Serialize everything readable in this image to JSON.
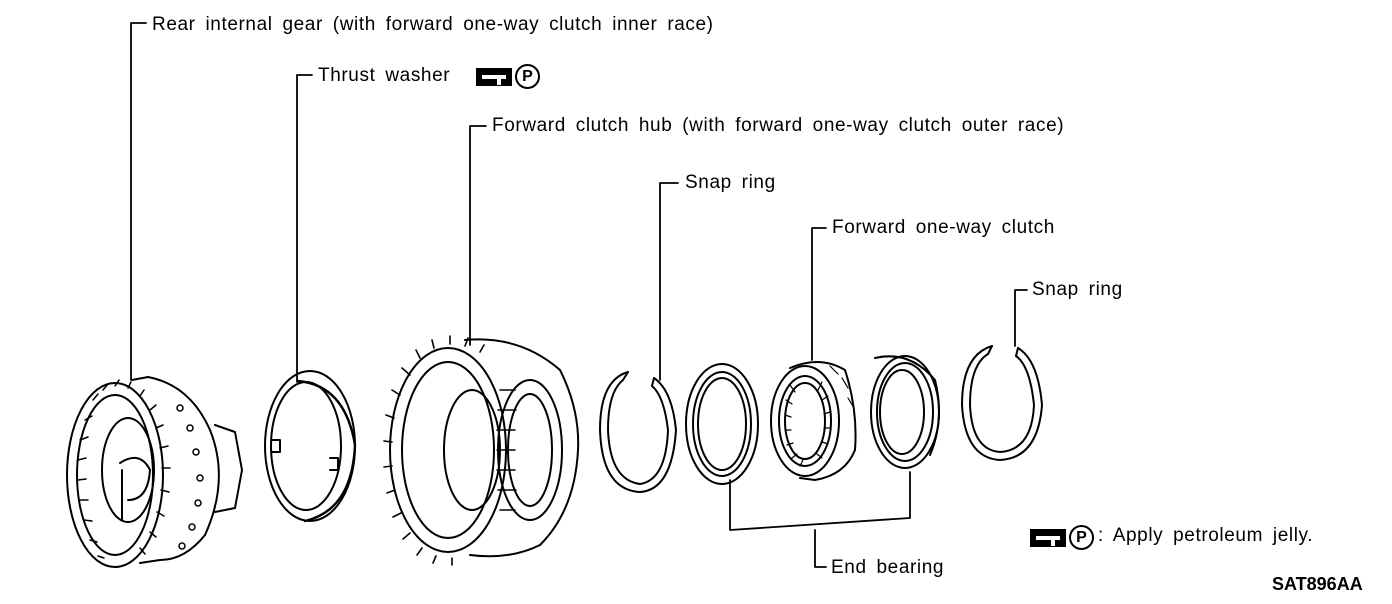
{
  "labels": {
    "rear_internal_gear": "Rear internal gear (with forward one-way clutch inner race)",
    "thrust_washer": "Thrust washer",
    "forward_clutch_hub": "Forward clutch hub (with forward one-way clutch outer race)",
    "snap_ring_1": "Snap ring",
    "forward_one_way_clutch": "Forward one-way clutch",
    "snap_ring_2": "Snap ring",
    "end_bearing": "End bearing"
  },
  "legend": {
    "symbol_letter": "P",
    "text": ": Apply petroleum jelly."
  },
  "figure_code": "SAT896AA",
  "icons": [
    "petroleum-jelly-brush-icon",
    "p-circle-icon"
  ]
}
